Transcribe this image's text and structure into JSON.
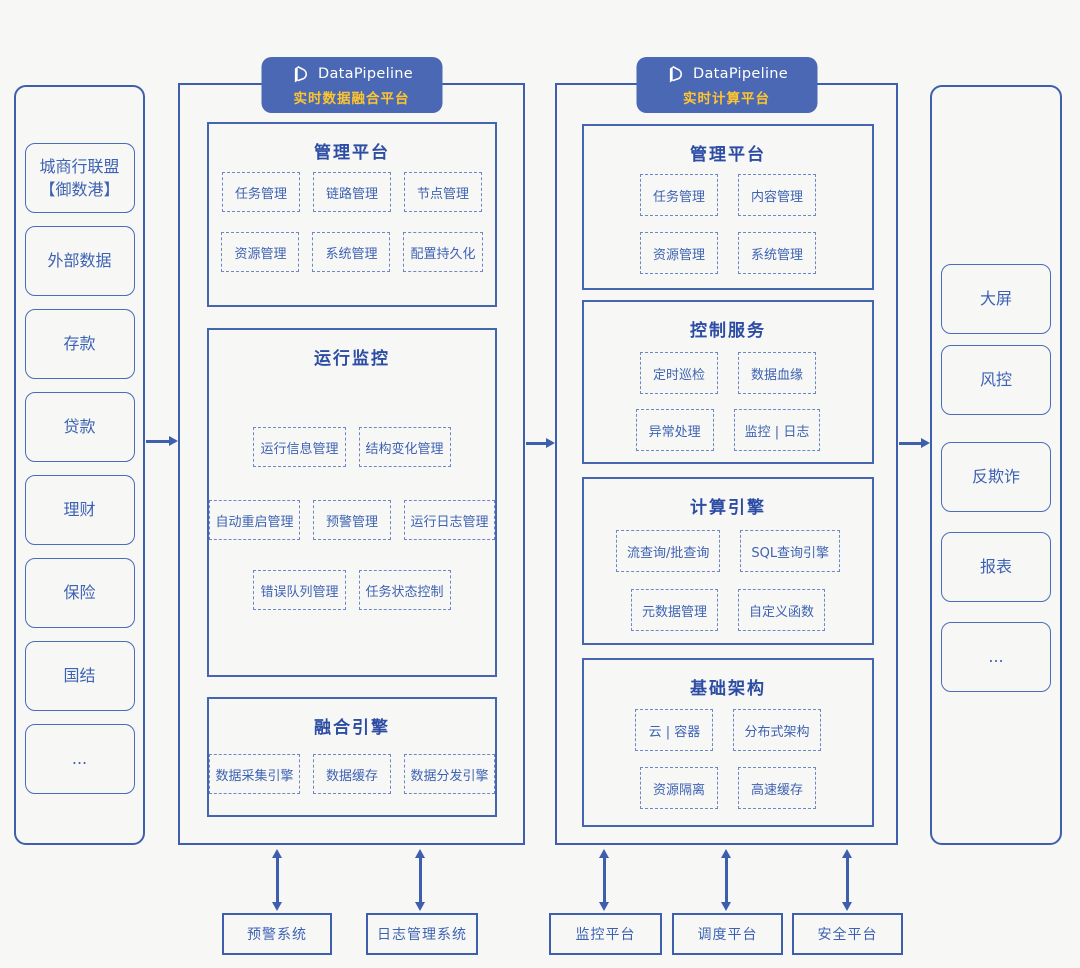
{
  "palette": {
    "line_blue": "#3e5fad",
    "text_blue": "#3e62b3",
    "heading_blue": "#2d4da5",
    "badge_bg": "#4a68b3",
    "badge_yellow": "#ffc52e",
    "background": "#f7f8f6"
  },
  "left_panel": {
    "items": [
      "城商行联盟\n【御数港】",
      "外部数据",
      "存款",
      "贷款",
      "理财",
      "保险",
      "国结",
      "..."
    ]
  },
  "fusion_platform": {
    "brand": "DataPipeline",
    "subtitle": "实时数据融合平台",
    "sections": [
      {
        "title": "管理平台",
        "rows": [
          [
            "任务管理",
            "链路管理",
            "节点管理"
          ],
          [
            "资源管理",
            "系统管理",
            "配置持久化"
          ]
        ]
      },
      {
        "title": "运行监控",
        "rows": [
          [
            "运行信息管理",
            "结构变化管理"
          ],
          [
            "自动重启管理",
            "预警管理",
            "运行日志管理"
          ],
          [
            "错误队列管理",
            "任务状态控制"
          ]
        ]
      },
      {
        "title": "融合引擎",
        "rows": [
          [
            "数据采集引擎",
            "数据缓存",
            "数据分发引擎"
          ]
        ]
      }
    ]
  },
  "compute_platform": {
    "brand": "DataPipeline",
    "subtitle": "实时计算平台",
    "sections": [
      {
        "title": "管理平台",
        "rows": [
          [
            "任务管理",
            "内容管理"
          ],
          [
            "资源管理",
            "系统管理"
          ]
        ]
      },
      {
        "title": "控制服务",
        "rows": [
          [
            "定时巡检",
            "数据血缘"
          ],
          [
            "异常处理",
            "监控 | 日志"
          ]
        ]
      },
      {
        "title": "计算引擎",
        "rows": [
          [
            "流查询/批查询",
            "SQL查询引擎"
          ],
          [
            "元数据管理",
            "自定义函数"
          ]
        ]
      },
      {
        "title": "基础架构",
        "rows": [
          [
            "云 | 容器",
            "分布式架构"
          ],
          [
            "资源隔离",
            "高速缓存"
          ]
        ]
      }
    ]
  },
  "right_panel": {
    "items": [
      "大屏",
      "风控",
      "反欺诈",
      "报表",
      "..."
    ]
  },
  "bottom_systems": [
    "预警系统",
    "日志管理系统",
    "监控平台",
    "调度平台",
    "安全平台"
  ]
}
